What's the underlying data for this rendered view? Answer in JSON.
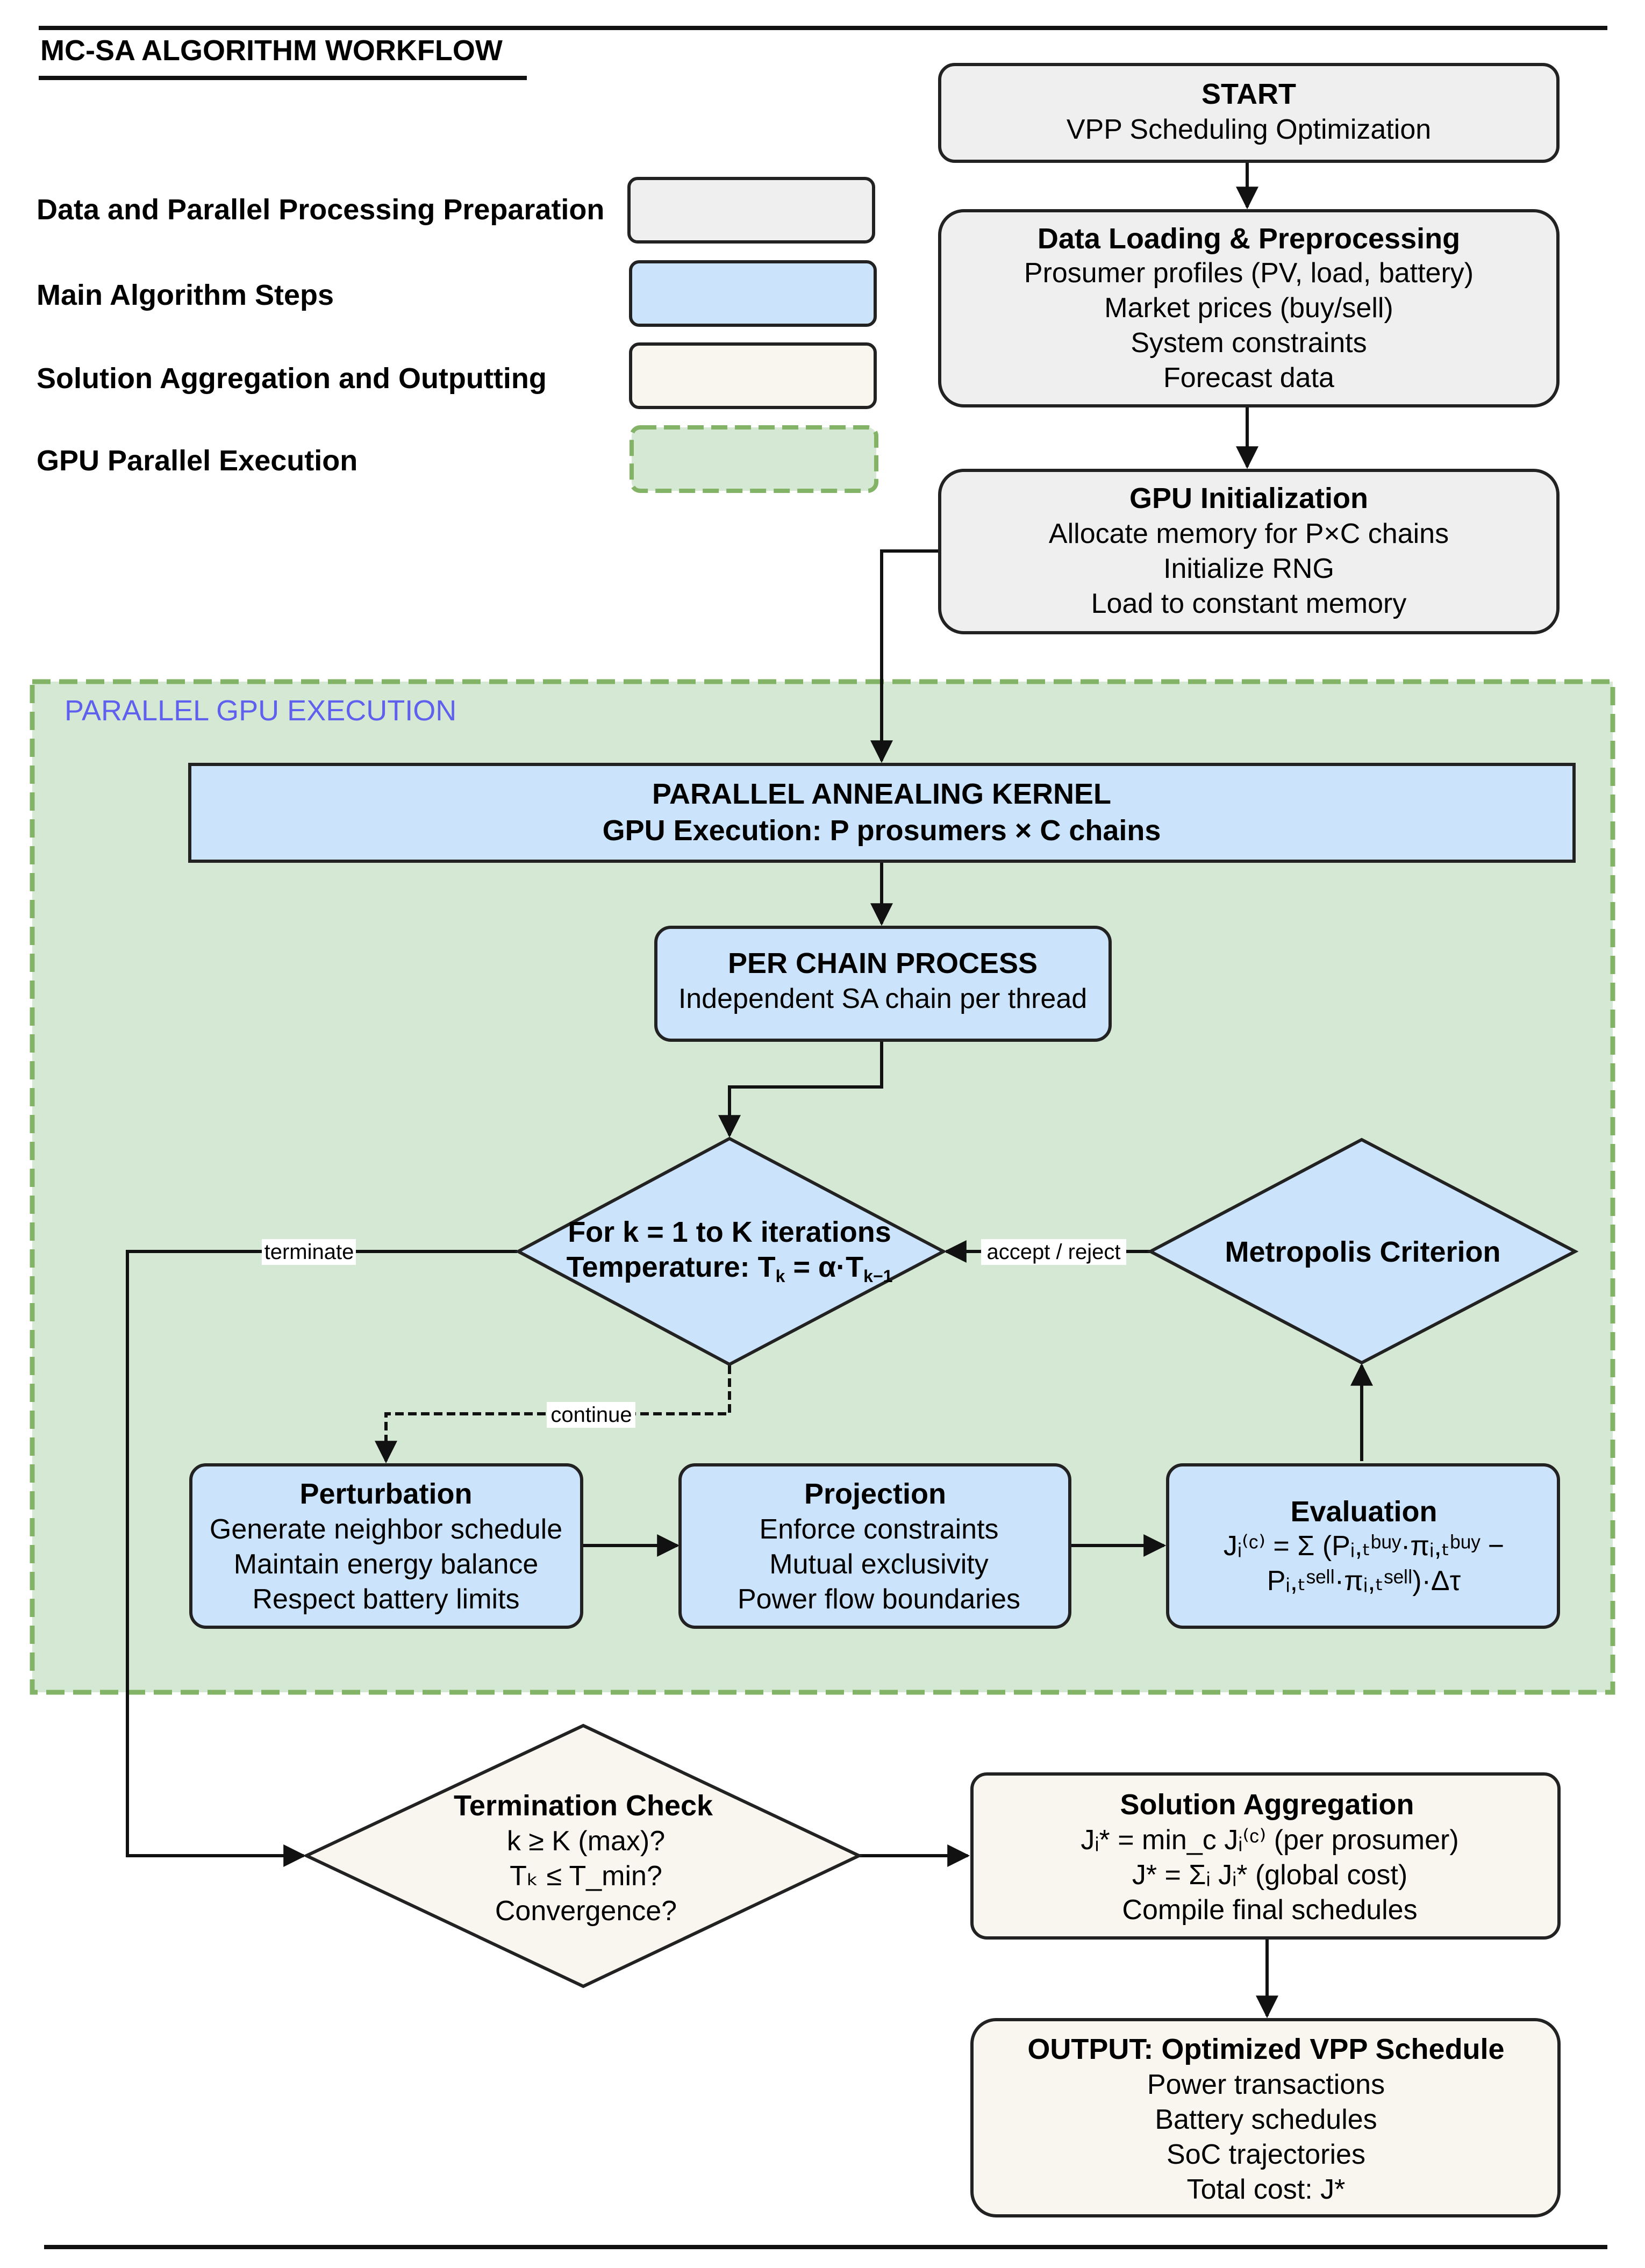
{
  "header": {
    "title": "MC-SA ALGORITHM WORKFLOW"
  },
  "legend": [
    {
      "label": "Data and Parallel Processing Preparation",
      "fill": "#efefef",
      "stroke": "#222222"
    },
    {
      "label": "Main Algorithm Steps",
      "fill": "#cce4fb",
      "stroke": "#222222"
    },
    {
      "label": "Solution Aggregation and Outputting",
      "fill": "#f8f6ee",
      "stroke": "#222222"
    },
    {
      "label": "GPU Parallel Execution",
      "fill": "#d5e8d4",
      "stroke": "#82b366"
    }
  ],
  "region": {
    "label": "PARALLEL GPU EXECUTION"
  },
  "nodes": {
    "start": {
      "title": "START",
      "lines": [
        "VPP Scheduling Optimization"
      ]
    },
    "data_loading": {
      "title": "Data Loading & Preprocessing",
      "lines": [
        "Prosumer profiles (PV, load, battery)",
        "Market prices (buy/sell)",
        "System constraints",
        "Forecast data"
      ]
    },
    "gpu_init": {
      "title": "GPU Initialization",
      "lines": [
        "Allocate memory for P×C chains",
        "Initialize RNG",
        "Load to constant memory"
      ]
    },
    "kernel": {
      "title": "PARALLEL ANNEALING KERNEL",
      "subtitle": "GPU Execution: P prosumers × C chains"
    },
    "per_chain": {
      "title": "PER CHAIN PROCESS",
      "lines": [
        "Independent SA chain per thread"
      ]
    },
    "loop": {
      "title": "For k = 1 to K iterations",
      "subtitle_prefix": "Temperature: T",
      "subtitle_sub_k": "k",
      "subtitle_mid": " = α·T",
      "subtitle_sub_km1": "k−1"
    },
    "metropolis": {
      "title": "Metropolis Criterion"
    },
    "perturbation": {
      "title": "Perturbation",
      "lines": [
        "Generate neighbor schedule",
        "Maintain energy balance",
        "Respect battery limits"
      ]
    },
    "projection": {
      "title": "Projection",
      "lines": [
        "Enforce constraints",
        "Mutual exclusivity",
        "Power flow boundaries"
      ]
    },
    "evaluation": {
      "title": "Evaluation",
      "formula_line1": "Jᵢ⁽ᶜ⁾ = Σ (Pᵢ,ₜᵇᵘʸ·πᵢ,ₜᵇᵘʸ −",
      "formula_line2": "Pᵢ,ₜˢᵉˡˡ·πᵢ,ₜˢᵉˡˡ)·Δτ"
    },
    "termination": {
      "title": "Termination Check",
      "lines": [
        "k ≥ K (max)?",
        "Tₖ ≤ T_min?",
        "Convergence?"
      ]
    },
    "aggregation": {
      "title": "Solution Aggregation",
      "lines": [
        "Jᵢ* = min_c Jᵢ⁽ᶜ⁾ (per prosumer)",
        "J* = Σᵢ Jᵢ* (global cost)",
        "Compile final schedules"
      ]
    },
    "output": {
      "title": "OUTPUT: Optimized VPP Schedule",
      "lines": [
        "Power transactions",
        "Battery schedules",
        "SoC trajectories",
        "Total cost: J*"
      ]
    }
  },
  "edges": {
    "terminate": "terminate",
    "continue": "continue",
    "accept_reject": "accept / reject"
  }
}
